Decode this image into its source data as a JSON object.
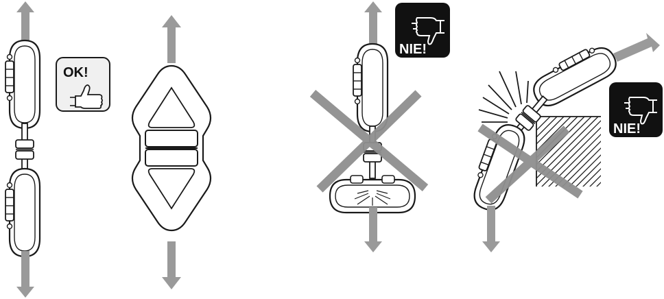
{
  "badges": {
    "ok": "OK!",
    "nie_top": "NIE!",
    "nie_right": "NIE!"
  },
  "colors": {
    "arrow": "#9a9a9a",
    "cross": "#8f8f8f",
    "line": "#1a1a1a",
    "badge_dark": "#111111",
    "badge_light": "#f0f0f0"
  },
  "icons": {
    "ok": "thumbs-up-icon",
    "nie": "thumbs-down-icon"
  }
}
